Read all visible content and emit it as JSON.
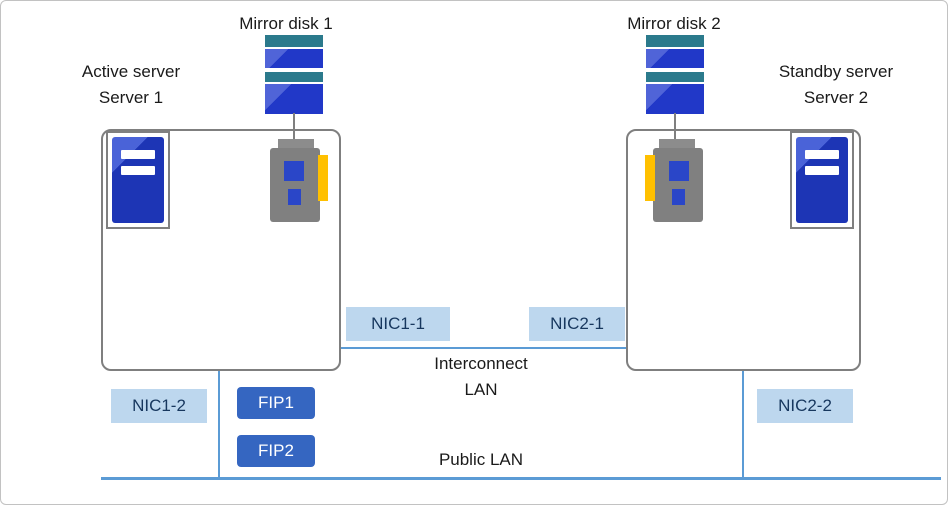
{
  "labels": {
    "mirror_disk_1": "Mirror disk 1",
    "mirror_disk_2": "Mirror disk 2",
    "active_server_1": "Active server",
    "active_server_2": "Server 1",
    "standby_server_1": "Standby server",
    "standby_server_2": "Server 2",
    "nic1_1": "NIC1-1",
    "nic2_1": "NIC2-1",
    "nic1_2": "NIC1-2",
    "nic2_2": "NIC2-2",
    "fip1": "FIP1",
    "fip2": "FIP2",
    "interconnect_1": "Interconnect",
    "interconnect_2": "LAN",
    "public_lan": "Public LAN"
  },
  "colors": {
    "nic_fill": "#BDD7EE",
    "nic_text": "#17375E",
    "fip_fill": "#3566C1",
    "fip_text": "#FFFFFF",
    "lan_line": "#5B9BD5",
    "server_box_border": "#7F7F7F",
    "disk_blue": "#2138C8",
    "disk_teal": "#2B7A8C",
    "card_gray": "#808080",
    "card_tab_yellow": "#FFC000"
  }
}
